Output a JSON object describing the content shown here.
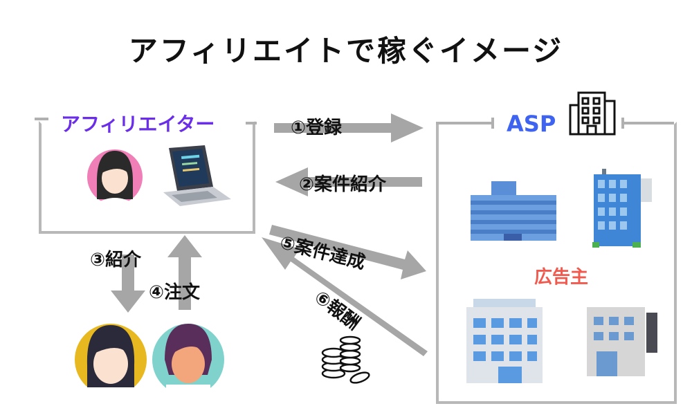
{
  "title": "アフィリエイトで稼ぐイメージ",
  "affiliate": {
    "label": "アフィリエイター"
  },
  "asp": {
    "label": "ASP"
  },
  "advertiser": {
    "label": "広告主"
  },
  "steps": {
    "s1": "①登録",
    "s2": "②案件紹介",
    "s3": "③紹介",
    "s4": "④注文",
    "s5": "⑤案件達成",
    "s6": "⑥報酬"
  },
  "colors": {
    "affiliate_label": "#6a2ee8",
    "asp_label": "#3d63f0",
    "advertiser_label": "#f05a4e",
    "arrow": "#a6a6a6",
    "frame": "#b8b8b8"
  },
  "icons": [
    "woman-avatar-icon",
    "laptop-icon",
    "office-building-icon",
    "skyscraper-icon",
    "store-building-icon",
    "coin-stack-icon"
  ]
}
